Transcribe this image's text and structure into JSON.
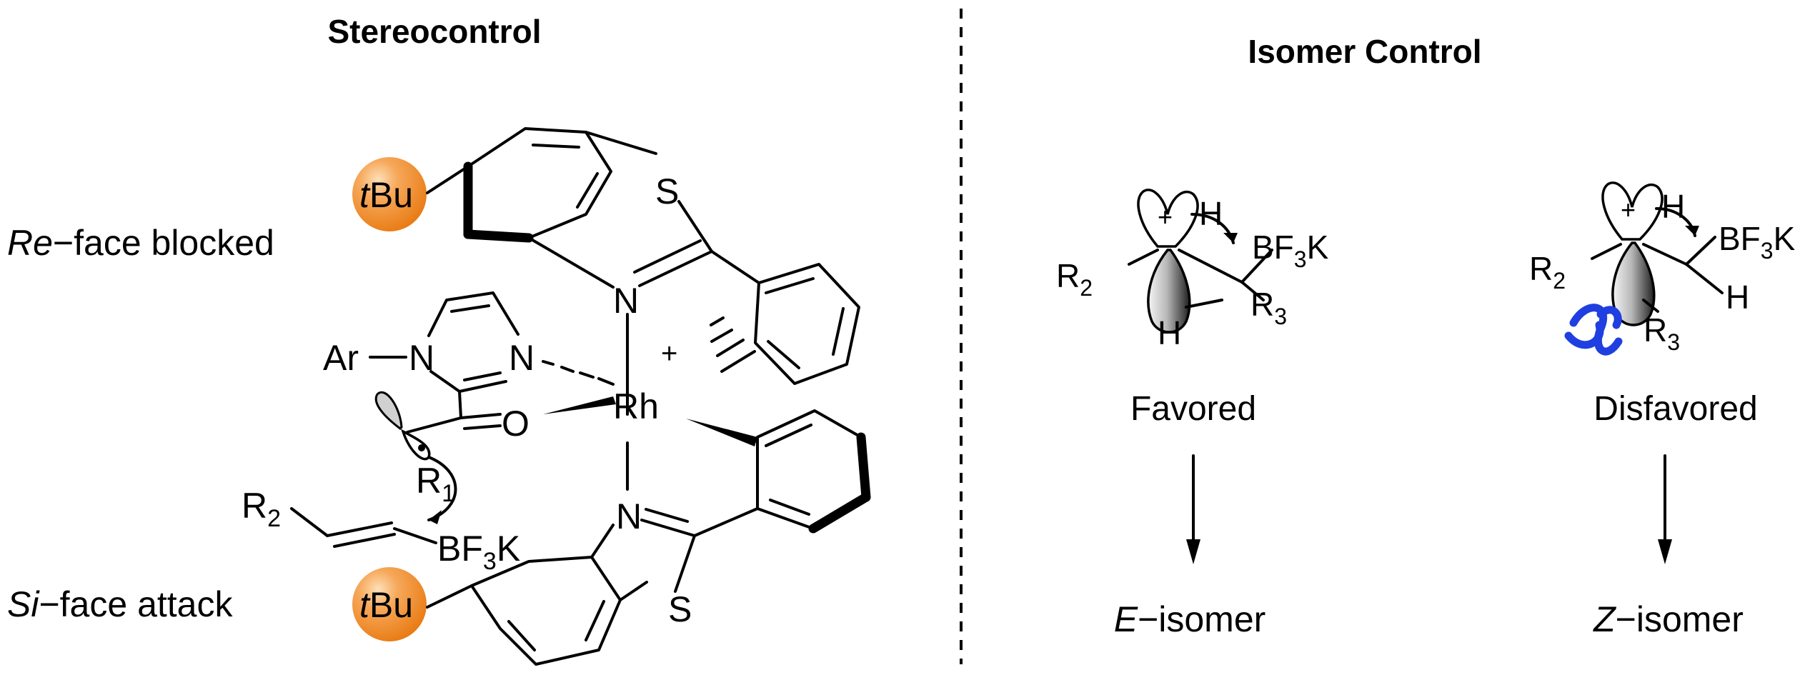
{
  "stereo": {
    "heading": "Stereocontrol",
    "re_face_prefix": "Re",
    "re_face_text": "−face blocked",
    "si_face_prefix": "Si",
    "si_face_text": "−face attack",
    "tbu_italic": "t",
    "tbu_rest": "Bu",
    "ar": "Ar",
    "n": "N",
    "s": "S",
    "o": "O",
    "rh": "Rh",
    "plus": "+",
    "r": "R",
    "r1_sub": "1",
    "r2_sub": "2",
    "bf3k_bf": "BF",
    "bf3k_sub": "3",
    "bf3k_k": "K"
  },
  "isomer": {
    "heading": "Isomer Control",
    "favored": "Favored",
    "disfavored": "Disfavored",
    "e_letter": "E",
    "e_rest": "−isomer",
    "z_letter": "Z",
    "z_rest": "−isomer",
    "h": "H",
    "r3_sub": "3"
  },
  "colors": {
    "tbu_ball": "#f08a24",
    "clash": "#1f3fe0",
    "divider": "#000000"
  }
}
